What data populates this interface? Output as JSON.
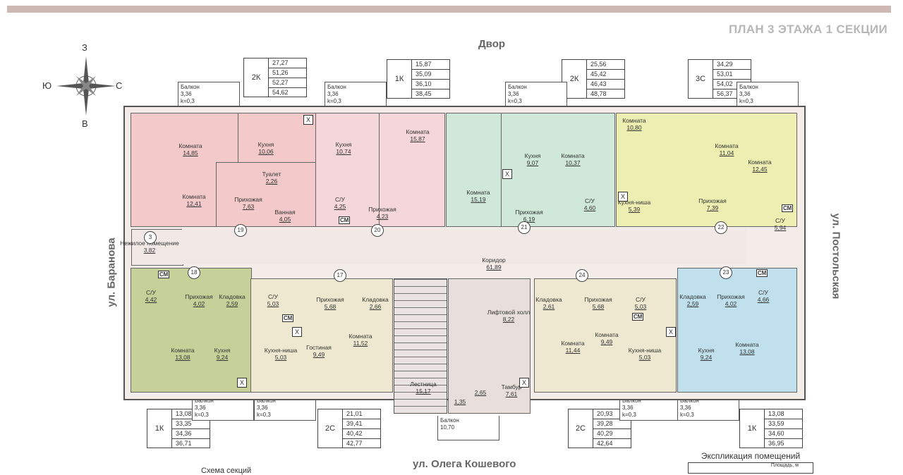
{
  "title": "ПЛАН 3 ЭТАЖА 1 СЕКЦИИ",
  "yard_label": "Двор",
  "streets": {
    "left": "ул. Баранова",
    "right": "ул. Постольская",
    "bottom": "ул. Олега Кошевого"
  },
  "compass": {
    "n": "З",
    "w": "Ю",
    "e": "С",
    "s": "В"
  },
  "colors": {
    "pink": "#f4c9c9",
    "pink_light": "#f5d6da",
    "mint": "#cfe8d9",
    "yellow": "#ecefb1",
    "olive": "#c6d19a",
    "beige": "#efe8d0",
    "blue": "#bfe0ec",
    "corridor": "#f2e9e7"
  },
  "apt_tables": [
    {
      "code": "2К",
      "vals": [
        "27,27",
        "51,26",
        "52,27",
        "54,62"
      ]
    },
    {
      "code": "1К",
      "vals": [
        "15,87",
        "35,09",
        "36,10",
        "38,45"
      ]
    },
    {
      "code": "2К",
      "vals": [
        "25,56",
        "45,42",
        "46,43",
        "48,78"
      ]
    },
    {
      "code": "3С",
      "vals": [
        "34,29",
        "53,01",
        "54,02",
        "56,37"
      ]
    },
    {
      "code": "1К",
      "vals": [
        "13,08",
        "33,35",
        "34,36",
        "36,71"
      ]
    },
    {
      "code": "2С",
      "vals": [
        "21,01",
        "39,41",
        "40,42",
        "42,77"
      ]
    },
    {
      "code": "2С",
      "vals": [
        "20,93",
        "39,28",
        "40,29",
        "42,64"
      ]
    },
    {
      "code": "1К",
      "vals": [
        "13,08",
        "33,59",
        "34,60",
        "36,95"
      ]
    }
  ],
  "balconies": [
    {
      "name": "Балкон",
      "area": "3,36",
      "k": "k=0,3"
    },
    {
      "name": "Балкон",
      "area": "3,36",
      "k": "k=0,3"
    },
    {
      "name": "Балкон",
      "area": "3,36",
      "k": "k=0,3"
    },
    {
      "name": "Балкон",
      "area": "3,36",
      "k": "k=0,3"
    },
    {
      "name": "Балкон",
      "area": "3,36",
      "k": "k=0,3"
    },
    {
      "name": "Балкон",
      "area": "3,36",
      "k": "k=0,3"
    },
    {
      "name": "Балкон",
      "area": "3,36",
      "k": "k=0,3"
    },
    {
      "name": "Балкон",
      "area": "3,36",
      "k": "k=0,3"
    },
    {
      "name": "Балкон",
      "area": "10,70",
      "k": ""
    }
  ],
  "rooms": [
    {
      "name": "Комната",
      "area": "14,85"
    },
    {
      "name": "Кухня",
      "area": "10,06"
    },
    {
      "name": "Комната",
      "area": "12,41"
    },
    {
      "name": "Туалет",
      "area": "2,26"
    },
    {
      "name": "Прихожая",
      "area": "7,63"
    },
    {
      "name": "Ванная",
      "area": "4,05"
    },
    {
      "name": "Кухня",
      "area": "10,74"
    },
    {
      "name": "Комната",
      "area": "15,87"
    },
    {
      "name": "С/У",
      "area": "4,25"
    },
    {
      "name": "Прихожая",
      "area": "4,23"
    },
    {
      "name": "Комната",
      "area": "15,19"
    },
    {
      "name": "Кухня",
      "area": "9,07"
    },
    {
      "name": "Комната",
      "area": "10,37"
    },
    {
      "name": "Прихожая",
      "area": "6,19"
    },
    {
      "name": "С/У",
      "area": "4,60"
    },
    {
      "name": "Комната",
      "area": "10,80"
    },
    {
      "name": "Комната",
      "area": "11,04"
    },
    {
      "name": "Комната",
      "area": "12,45"
    },
    {
      "name": "Кухня-ниша",
      "area": "5,39"
    },
    {
      "name": "Прихожая",
      "area": "7,39"
    },
    {
      "name": "С/У",
      "area": "5,94"
    },
    {
      "name": "Нежилое помещение",
      "area": "3,82"
    },
    {
      "name": "Коридор",
      "area": "61,89"
    },
    {
      "name": "С/У",
      "area": "4,42"
    },
    {
      "name": "Прихожая",
      "area": "4,02"
    },
    {
      "name": "Кладовка",
      "area": "2,59"
    },
    {
      "name": "С/У",
      "area": "5,03"
    },
    {
      "name": "Прихожая",
      "area": "5,68"
    },
    {
      "name": "Кладовка",
      "area": "2,66"
    },
    {
      "name": "Кладовка",
      "area": "2,61"
    },
    {
      "name": "Прихожая",
      "area": "5,68"
    },
    {
      "name": "С/У",
      "area": "5,03"
    },
    {
      "name": "Кладовка",
      "area": "2,59"
    },
    {
      "name": "Прихожая",
      "area": "4,02"
    },
    {
      "name": "С/У",
      "area": "4,66"
    },
    {
      "name": "Комната",
      "area": "13,08"
    },
    {
      "name": "Кухня",
      "area": "9,24"
    },
    {
      "name": "Кухня-ниша",
      "area": "5,03"
    },
    {
      "name": "Гостиная",
      "area": "9,49"
    },
    {
      "name": "Комната",
      "area": "11,52"
    },
    {
      "name": "Лестница",
      "area": "15,17"
    },
    {
      "name": "Лифтовой холл",
      "area": "8,22"
    },
    {
      "name": "",
      "area": "2,65"
    },
    {
      "name": "Тамбур",
      "area": "7,61"
    },
    {
      "name": "",
      "area": "1,35"
    },
    {
      "name": "Комната",
      "area": "11,44"
    },
    {
      "name": "Комната",
      "area": "9,49"
    },
    {
      "name": "Кухня-ниша",
      "area": "5,03"
    },
    {
      "name": "Кухня",
      "area": "9,24"
    },
    {
      "name": "Комната",
      "area": "13,08"
    }
  ],
  "badges": [
    "19",
    "20",
    "21",
    "22",
    "3",
    "18",
    "17",
    "24",
    "23"
  ],
  "markers": {
    "cm": "СМ",
    "x": "Х"
  },
  "legend": {
    "title": "Экспликация помещений",
    "col": "Площадь, м"
  },
  "footer_partial": "Схема секций"
}
